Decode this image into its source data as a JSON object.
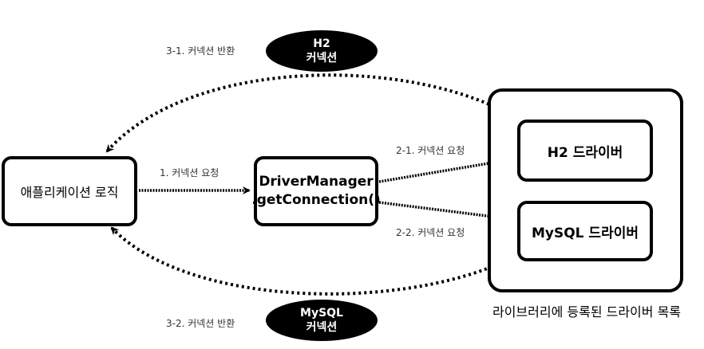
{
  "app_box": {
    "label": "애플리케이션 로직"
  },
  "driver_manager": {
    "line1": "DriverManager",
    "line2": ".getConnection()"
  },
  "library": {
    "label": "라이브러리에 등록된 드라이버 목록"
  },
  "drivers": {
    "h2": "H2 드라이버",
    "mysql": "MySQL 드라이버"
  },
  "steps": {
    "step1": "1. 커넥션 요청",
    "step2_1": "2-1. 커넥션 요청",
    "step2_2": "2-2. 커넥션 요청",
    "step3_1": "3-1. 커넥션 반환",
    "step3_2": "3-2. 커넥션 반환"
  },
  "connections": {
    "h2": {
      "line1": "H2",
      "line2": "커넥션"
    },
    "mysql": {
      "line1": "MySQL",
      "line2": "커넥션"
    }
  }
}
